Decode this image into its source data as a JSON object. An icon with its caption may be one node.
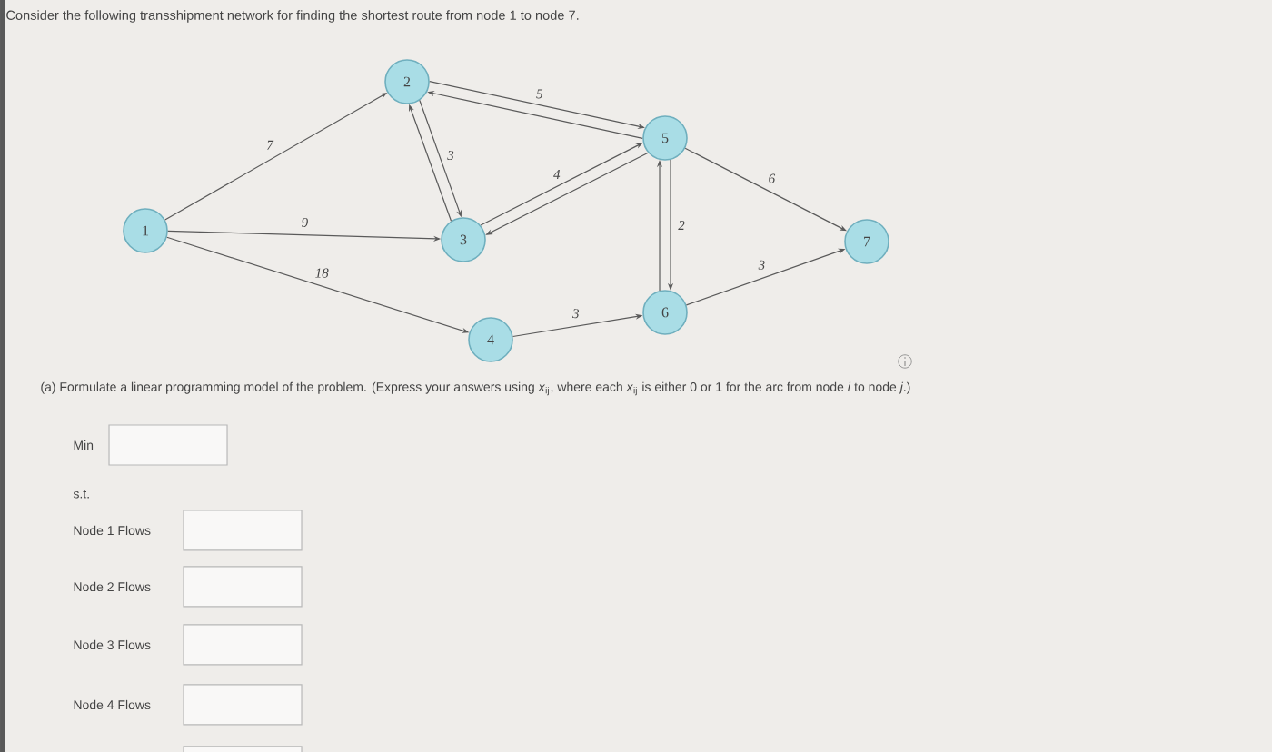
{
  "diagram": {
    "title": "Consider the following transshipment network for finding the shortest route from node 1 to node 7.",
    "nodes": [
      {
        "text": [
          "1"
        ]
      },
      {
        "text": [
          "2"
        ]
      },
      {
        "text": [
          "3"
        ]
      },
      {
        "text": [
          "4"
        ]
      },
      {
        "text": [
          "5"
        ]
      },
      {
        "text": [
          "6"
        ]
      },
      {
        "text": [
          "7"
        ]
      }
    ],
    "edges": [
      {
        "from": 0,
        "to": 1,
        "arrow": "to",
        "label": "7"
      },
      {
        "from": 0,
        "to": 2,
        "arrow": "to",
        "label": "9"
      },
      {
        "from": 0,
        "to": 3,
        "arrow": "to",
        "label": "18"
      },
      {
        "from": 1,
        "to": 2,
        "arrow": "to",
        "label": "3"
      },
      {
        "from": 2,
        "to": 1,
        "arrow": "to"
      },
      {
        "from": 1,
        "to": 4,
        "arrow": "to",
        "label": "5"
      },
      {
        "from": 4,
        "to": 1,
        "arrow": "to"
      },
      {
        "from": 2,
        "to": 4,
        "arrow": "to",
        "label": "4"
      },
      {
        "from": 4,
        "to": 2,
        "arrow": "to"
      },
      {
        "from": 3,
        "to": 5,
        "arrow": "to",
        "label": "3"
      },
      {
        "from": 4,
        "to": 5,
        "arrow": "to",
        "label": "2"
      },
      {
        "from": 5,
        "to": 4,
        "arrow": "to"
      },
      {
        "from": 4,
        "to": 6,
        "arrow": "to",
        "label": "6"
      },
      {
        "from": 5,
        "to": 6,
        "arrow": "to",
        "label": "3"
      }
    ],
    "labels": [
      "(a) Formulate a linear programming model of the problem. (Express your answers using *x*$_{ij}$, where each *x*$_{ij}$ is either 0 or 1 for the arc from node *i* to node *j*.)",
      "Min",
      "s.t.",
      "Node 1 Flows",
      "Node 2 Flows",
      "Node 3 Flows",
      "Node 4 Flows"
    ]
  }
}
